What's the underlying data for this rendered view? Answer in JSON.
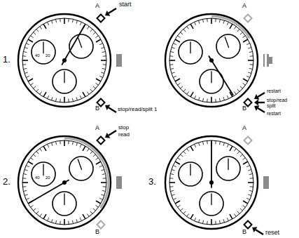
{
  "diagram": {
    "labels": [
      "1.",
      "A",
      "start",
      "B",
      "stop/read/split 1",
      "40",
      "20",
      "A",
      "B",
      "restart",
      "stop/read split",
      "restart",
      "2.",
      "A",
      "stop",
      "read",
      "40",
      "20",
      "B",
      "3.",
      "A",
      "B",
      "reset"
    ]
  }
}
